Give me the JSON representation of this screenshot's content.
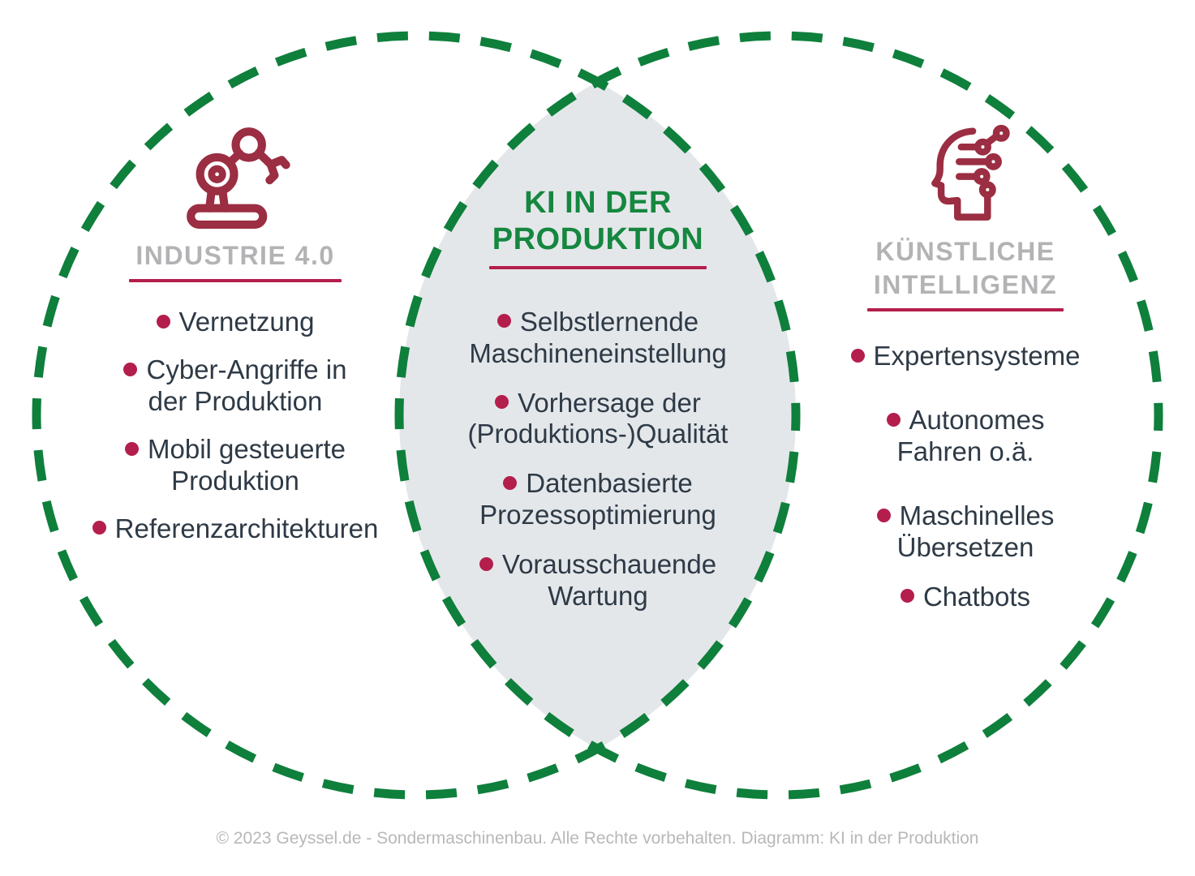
{
  "colors": {
    "green": "#0f7f3c",
    "green_title": "#15873f",
    "crimson": "#b41e4c",
    "maroon": "#9b2e42",
    "heading_gray": "#b3b3b5",
    "text_dark": "#2e3a46",
    "lens_gray": "#e4e7ea",
    "footer_gray": "#b8b8ba"
  },
  "left_circle": {
    "icon": "robot-arm-icon",
    "heading": "INDUSTRIE 4.0",
    "items": [
      "Vernetzung",
      "Cyber-Angriffe in\nder Produktion",
      "Mobil gesteuerte\nProduktion",
      "Referenzarchitekturen"
    ]
  },
  "center_overlap": {
    "title": "KI IN DER\nPRODUKTION",
    "items": [
      "Selbstlernende\nMaschineneinstellung",
      "Vorhersage der\n(Produktions-)Qualität",
      "Datenbasierte\nProzessoptimierung",
      "Vorausschauende\nWartung"
    ]
  },
  "right_circle": {
    "icon": "ai-head-icon",
    "heading": "KÜNSTLICHE\nINTELLIGENZ",
    "items": [
      "Expertensysteme",
      "Autonomes\nFahren o.ä.",
      "Maschinelles\nÜbersetzen",
      "Chatbots"
    ]
  },
  "footer": "© 2023 Geyssel.de - Sondermaschinenbau. Alle Rechte vorbehalten. Diagramm: KI in der Produktion"
}
